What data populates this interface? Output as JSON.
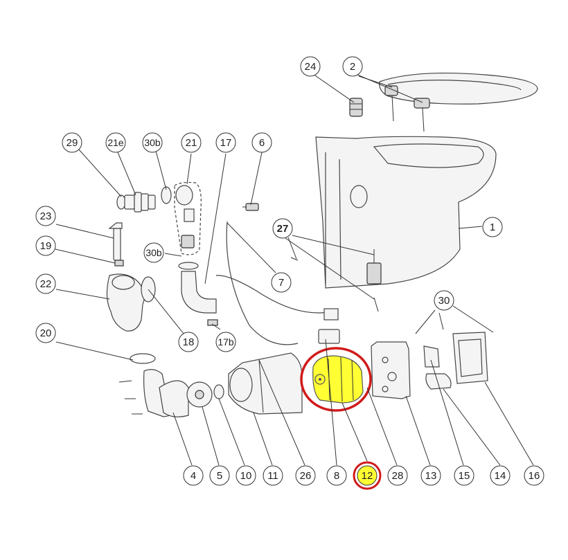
{
  "diagram": {
    "callouts": [
      {
        "id": "c24",
        "label": "24"
      },
      {
        "id": "c2",
        "label": "2"
      },
      {
        "id": "c29",
        "label": "29"
      },
      {
        "id": "c21e",
        "label": "21e"
      },
      {
        "id": "c30b_top",
        "label": "30b"
      },
      {
        "id": "c21",
        "label": "21"
      },
      {
        "id": "c17",
        "label": "17"
      },
      {
        "id": "c6",
        "label": "6"
      },
      {
        "id": "c23",
        "label": "23"
      },
      {
        "id": "c27",
        "label": "27"
      },
      {
        "id": "c1",
        "label": "1"
      },
      {
        "id": "c19",
        "label": "19"
      },
      {
        "id": "c30b_mid",
        "label": "30b"
      },
      {
        "id": "c22",
        "label": "22"
      },
      {
        "id": "c7",
        "label": "7"
      },
      {
        "id": "c18",
        "label": "18"
      },
      {
        "id": "c17b",
        "label": "17b"
      },
      {
        "id": "c30",
        "label": "30"
      },
      {
        "id": "c20",
        "label": "20"
      },
      {
        "id": "c4",
        "label": "4"
      },
      {
        "id": "c5",
        "label": "5"
      },
      {
        "id": "c10",
        "label": "10"
      },
      {
        "id": "c11",
        "label": "11"
      },
      {
        "id": "c26",
        "label": "26"
      },
      {
        "id": "c8",
        "label": "8"
      },
      {
        "id": "c12",
        "label": "12"
      },
      {
        "id": "c28",
        "label": "28"
      },
      {
        "id": "c13",
        "label": "13"
      },
      {
        "id": "c15",
        "label": "15"
      },
      {
        "id": "c14",
        "label": "14"
      },
      {
        "id": "c16",
        "label": "16"
      }
    ],
    "highlight": {
      "part": "12",
      "fill_color": "#ffff33",
      "ring_color": "#d11a1a"
    }
  }
}
